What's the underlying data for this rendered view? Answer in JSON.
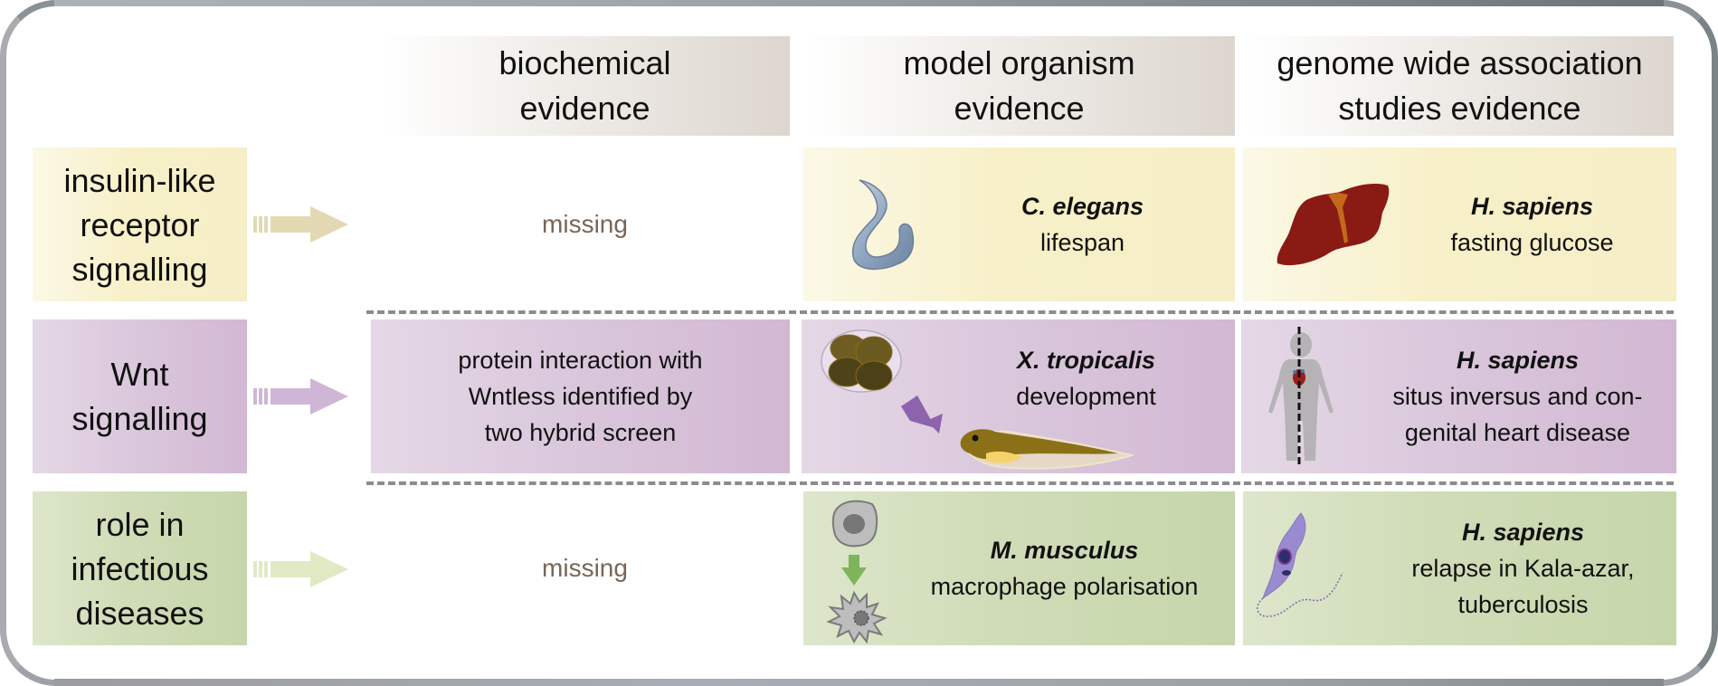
{
  "headers": [
    {
      "line1": "biochemical",
      "line2": "evidence"
    },
    {
      "line1": "model organism",
      "line2": "evidence"
    },
    {
      "line1": "genome wide association",
      "line2": "studies evidence"
    }
  ],
  "rows": [
    {
      "label_lines": [
        "insulin-like",
        "receptor",
        "signalling"
      ],
      "theme_color": "#f5eec6",
      "arrow_color": "#e2d9b3",
      "biochemical": {
        "missing": true,
        "text": "missing"
      },
      "model": {
        "species": "C. elegans",
        "lines": [
          "lifespan"
        ],
        "icon": "worm-icon"
      },
      "gwas": {
        "species": "H. sapiens",
        "lines": [
          "fasting glucose"
        ],
        "icon": "liver-icon"
      }
    },
    {
      "label_lines": [
        "Wnt",
        "signalling"
      ],
      "theme_color": "#d2b8d3",
      "arrow_color": "#cfb6d6",
      "biochemical": {
        "missing": false,
        "lines": [
          "protein interaction with",
          "Wntless identified by",
          "two hybrid screen"
        ]
      },
      "model": {
        "species": "X. tropicalis",
        "lines": [
          "development"
        ],
        "icon": "frog-embryo-to-tadpole-icon"
      },
      "gwas": {
        "species": "H. sapiens",
        "lines": [
          "situs inversus and con-",
          "genital heart disease"
        ],
        "icon": "human-body-heart-icon"
      }
    },
    {
      "label_lines": [
        "role in",
        "infectious",
        "diseases"
      ],
      "theme_color": "#c6d6ab",
      "arrow_color": "#e0eac4",
      "biochemical": {
        "missing": true,
        "text": "missing"
      },
      "model": {
        "species": "M. musculus",
        "lines": [
          "macrophage polarisation"
        ],
        "icon": "macrophage-polarisation-icon"
      },
      "gwas": {
        "species": "H. sapiens",
        "lines": [
          "relapse in Kala-azar,",
          "tuberculosis"
        ],
        "icon": "leishmania-parasite-icon"
      }
    }
  ]
}
